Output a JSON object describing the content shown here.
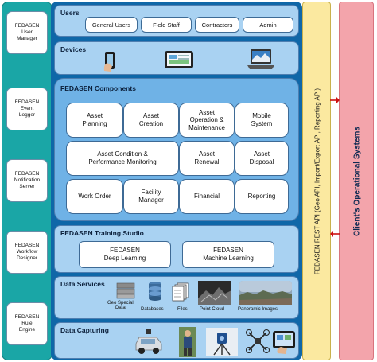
{
  "left_modules": [
    "FEDASEN\nUser\nManager",
    "FEDASEN\nEvent\nLogger",
    "FEDASEN\nNotification\nServer",
    "FEDASEN\nWorkflow\nDesigner",
    "FEDASEN\nRule\nEngine"
  ],
  "users": {
    "title": "Users",
    "items": [
      "General Users",
      "Field Staff",
      "Contractors",
      "Admin"
    ]
  },
  "devices": {
    "title": "Devices",
    "icons": [
      "smartphone-icon",
      "tablet-icon",
      "laptop-icon"
    ]
  },
  "components": {
    "title": "FEDASEN Components",
    "row1": [
      "Asset\nPlanning",
      "Asset\nCreation",
      "Asset\nOperation &\nMaintenance",
      "Mobile\nSystem"
    ],
    "row2": [
      "Asset Condition &\nPerformance Monitoring",
      "Asset\nRenewal",
      "Asset\nDisposal"
    ],
    "row3": [
      "Work Order",
      "Facility\nManager",
      "Financial",
      "Reporting"
    ]
  },
  "training": {
    "title": "FEDASEN Training Studio",
    "items": [
      "FEDASEN\nDeep Learning",
      "FEDASEN\nMachine Learning"
    ]
  },
  "data_services": {
    "title": "Data Services",
    "items": [
      "Geo Special\nData",
      "Databases",
      "Files",
      "Point Cloud",
      "Panoramic Images"
    ]
  },
  "data_capturing": {
    "title": "Data Capturing",
    "icons": [
      "mapping-car-icon",
      "surveyor-icon",
      "scanner-icon",
      "drone-icon",
      "tablet-app-icon"
    ]
  },
  "api_bar": {
    "label": "FEDASEN REST API (Geo API, Import/Export API, Reporting API)"
  },
  "client": {
    "label": "Client's Operational Systems"
  },
  "colors": {
    "teal": "#1aa6a6",
    "navy": "#0f67a8",
    "section": "#a9d2f2",
    "api": "#fbe9a0",
    "client": "#f3a4ab",
    "arrow": "#cc1111"
  }
}
